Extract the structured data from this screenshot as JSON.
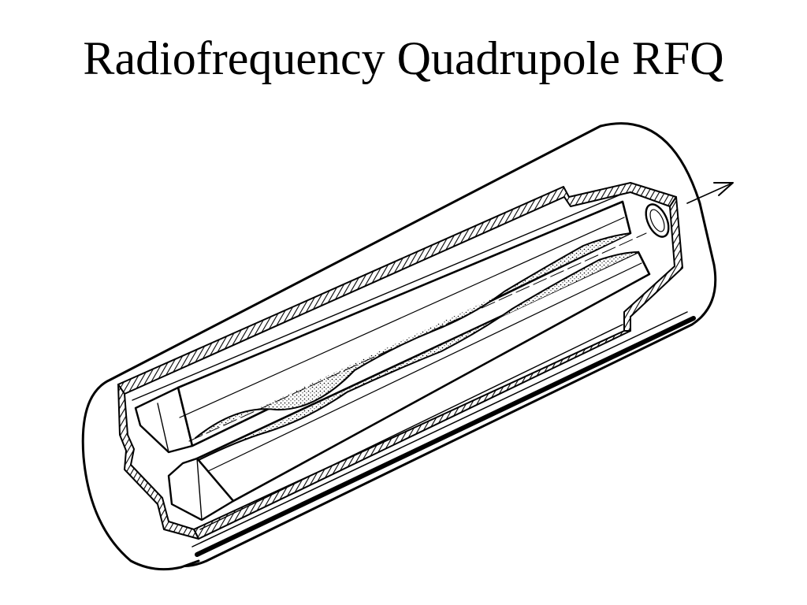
{
  "slide": {
    "title": "Radiofrequency Quadrupole RFQ"
  },
  "diagram": {
    "subject": "RFQ cavity cutaway",
    "parts": [
      "outer-tank",
      "hatched-tank-wall",
      "vane-electrodes",
      "beam-aperture",
      "beam-axis-arrow"
    ],
    "line_color": "#000000",
    "background_color": "#ffffff"
  }
}
